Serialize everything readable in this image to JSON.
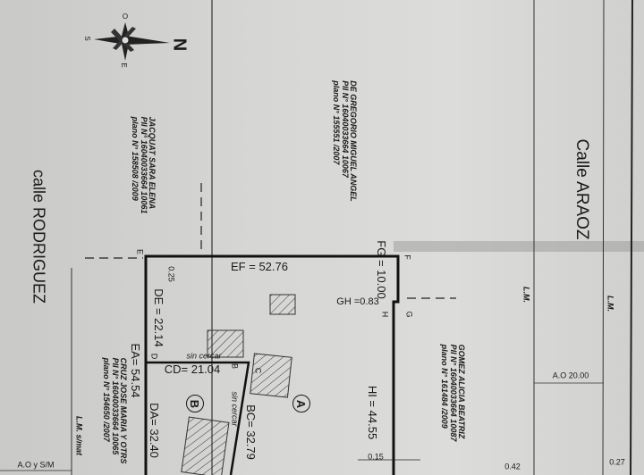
{
  "streets": {
    "top": "Calle ARAOZ",
    "bottom": "calle RODRIGUEZ"
  },
  "compass": {
    "north": "N",
    "south": "S",
    "east": "E",
    "west": "O"
  },
  "neighbors": [
    {
      "name": "GOMEZ ALICIA BEATRIZ",
      "pii": "PII N° 16040033664 10087",
      "plano": "plano N° 161484 /2009"
    },
    {
      "name": "DE GREGORIO MIGUEL ANGEL",
      "pii": "PII N° 16040033664 10067",
      "plano": "plano N° 155551 /2007"
    },
    {
      "name": "JACQUAT SARA ELENA",
      "pii": "PII N° 16040033664 10061",
      "plano": "plano N° 158508 /2009"
    },
    {
      "name": "CRUZ JOSE MARIA Y OTRS",
      "pii": "PII N° 16040033664 10065",
      "plano": "plano N° 154650 /2007"
    }
  ],
  "labels": {
    "lm1": "L.M.",
    "lm2": "L.M.",
    "lm_smat": "L.M. s/mat",
    "ao": "A.O 20.00",
    "aoysm": "A.O y S/M",
    "d042": "0.42",
    "d027": "0.27",
    "d015": "0.15",
    "d025": "0.25",
    "sin1": "sin cercar",
    "sin2": "sin cercar"
  },
  "measures": {
    "ef": "EF =  52.76",
    "fg": "FG = 10.00",
    "gh": "GH =0.83",
    "hi": "HI =  44.55",
    "de": "DE = 22.14",
    "ea": "EA=  54.54",
    "da": "DA=  32.40",
    "cd": "CD=  21.04",
    "bc": "BC=  32.79"
  },
  "points": {
    "e": "E",
    "f": "F",
    "g": "G",
    "h": "H",
    "d": "D",
    "c": "C",
    "b": "B"
  },
  "lots": {
    "a": "A",
    "b": "B"
  }
}
